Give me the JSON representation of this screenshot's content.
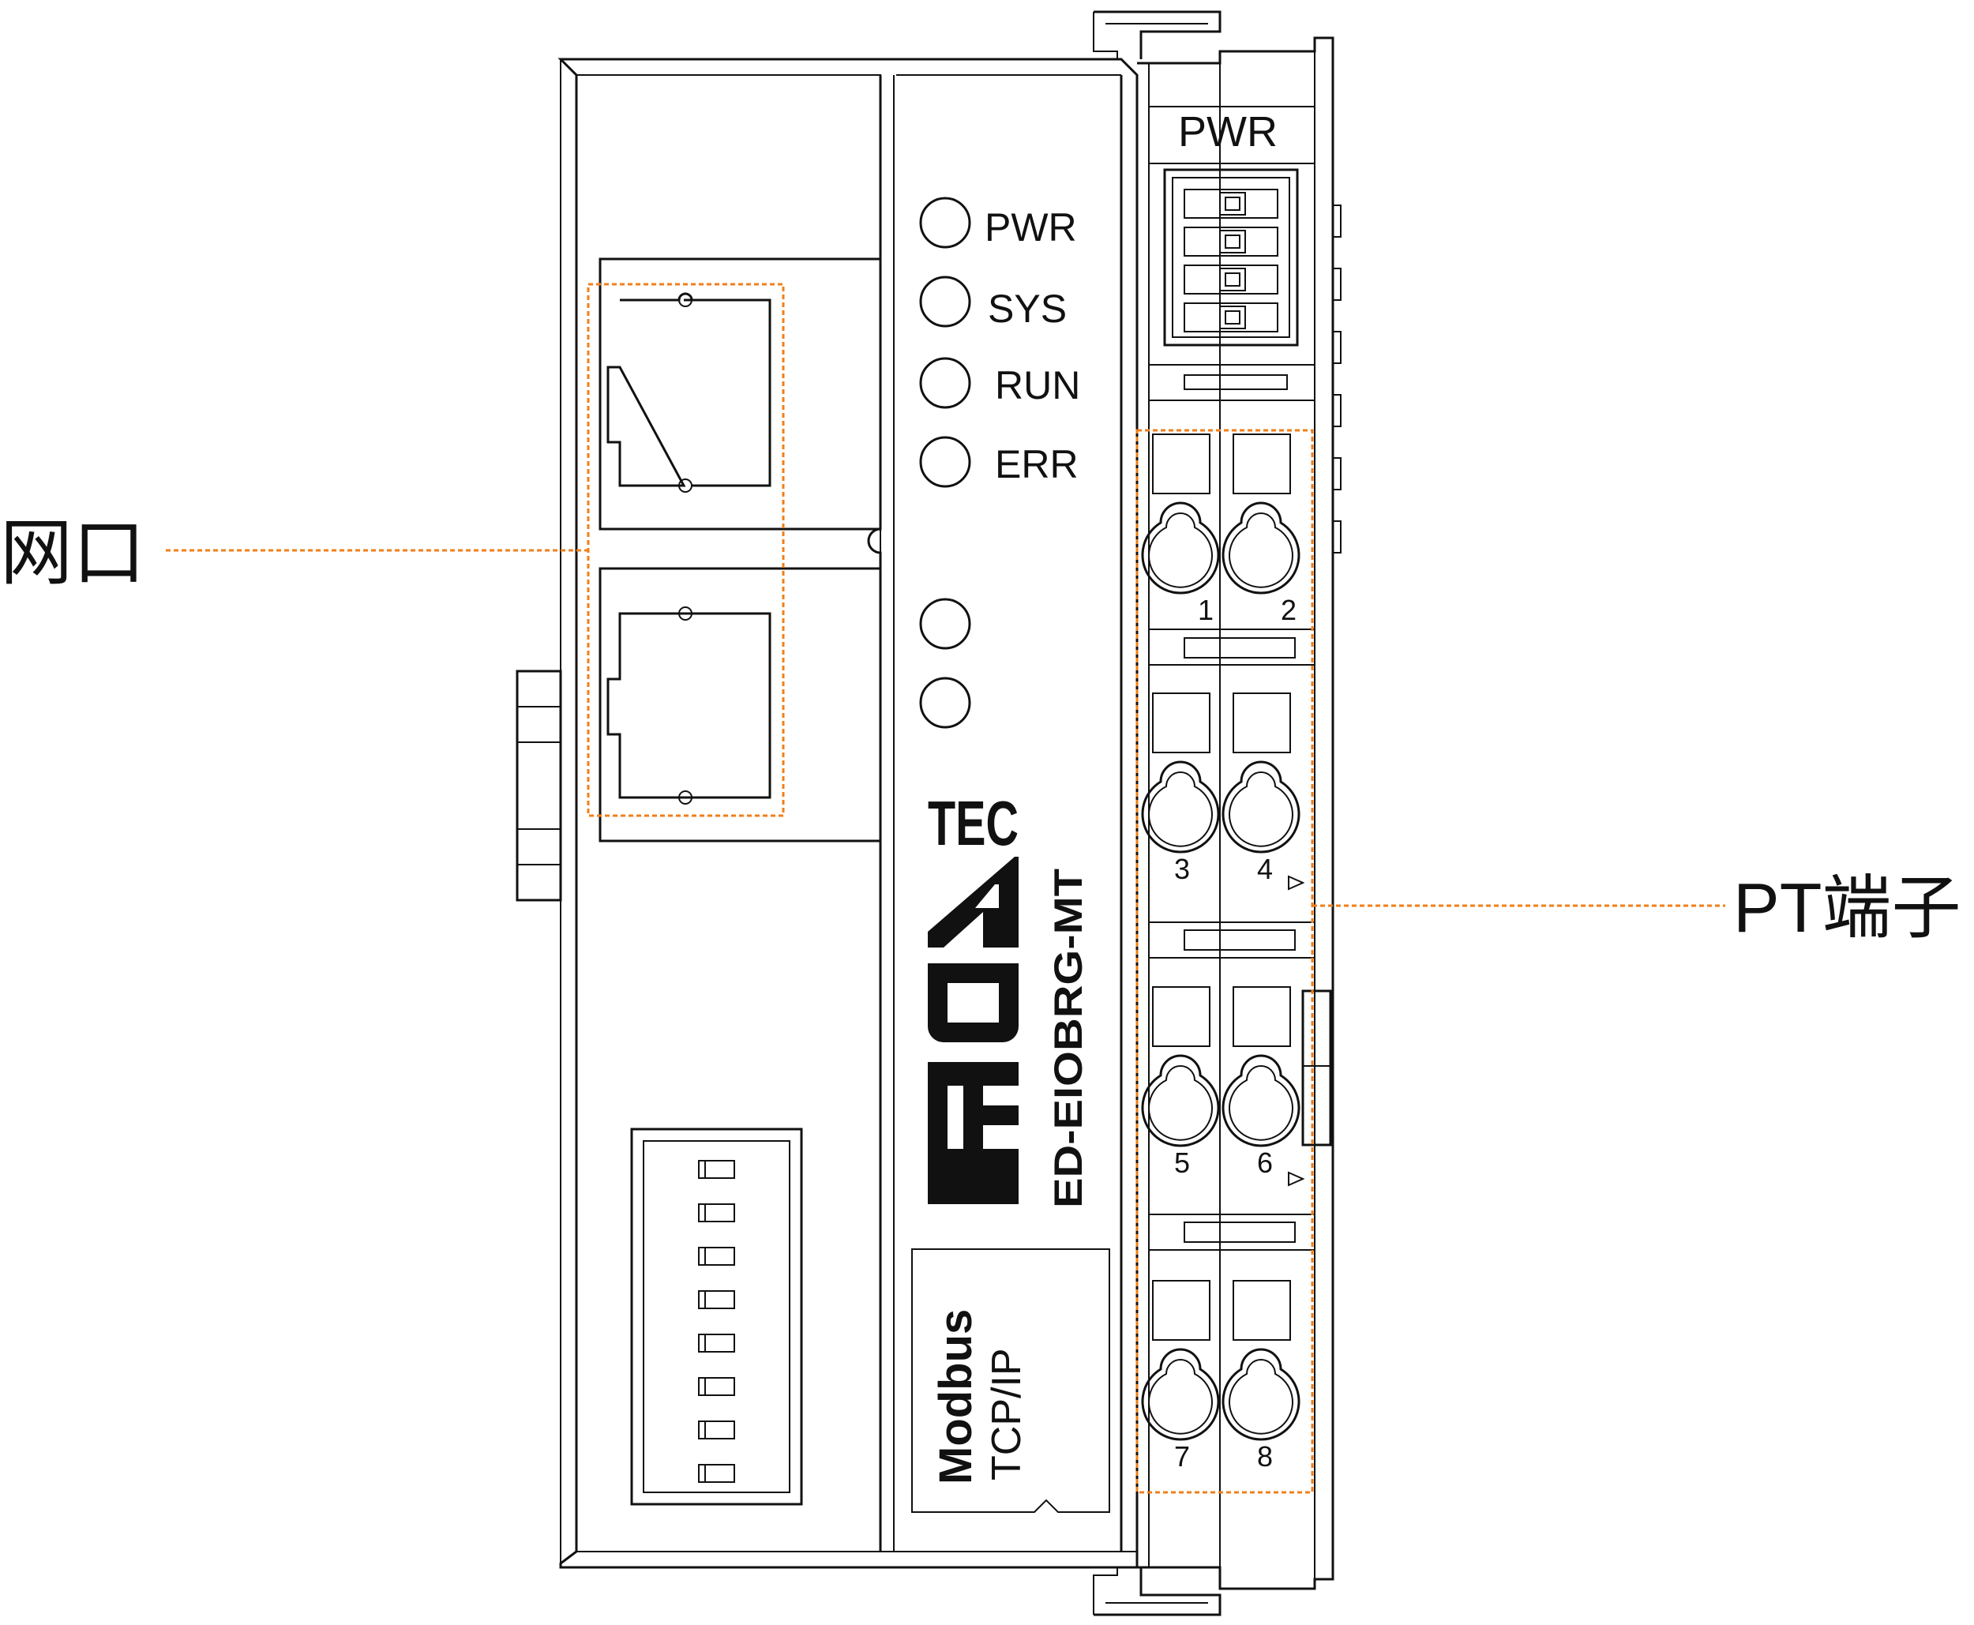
{
  "callouts": {
    "network_port": "网口",
    "pt_terminal": "PT端子"
  },
  "leds": [
    {
      "label": "PWR"
    },
    {
      "label": "SYS"
    },
    {
      "label": "RUN"
    },
    {
      "label": "ERR"
    },
    {
      "label": ""
    },
    {
      "label": ""
    }
  ],
  "power_connector_label": "PWR",
  "brand": {
    "logo_text": "EDA",
    "logo_suffix": "TEC"
  },
  "model": "ED-EIOBRG-MT",
  "protocol": {
    "line1": "Modbus",
    "line2": "TCP/IP"
  },
  "terminal_numbers": [
    "1",
    "2",
    "3",
    "4",
    "5",
    "6",
    "7",
    "8"
  ],
  "colors": {
    "callout_line": "#F07F1A",
    "outline": "#111111"
  }
}
